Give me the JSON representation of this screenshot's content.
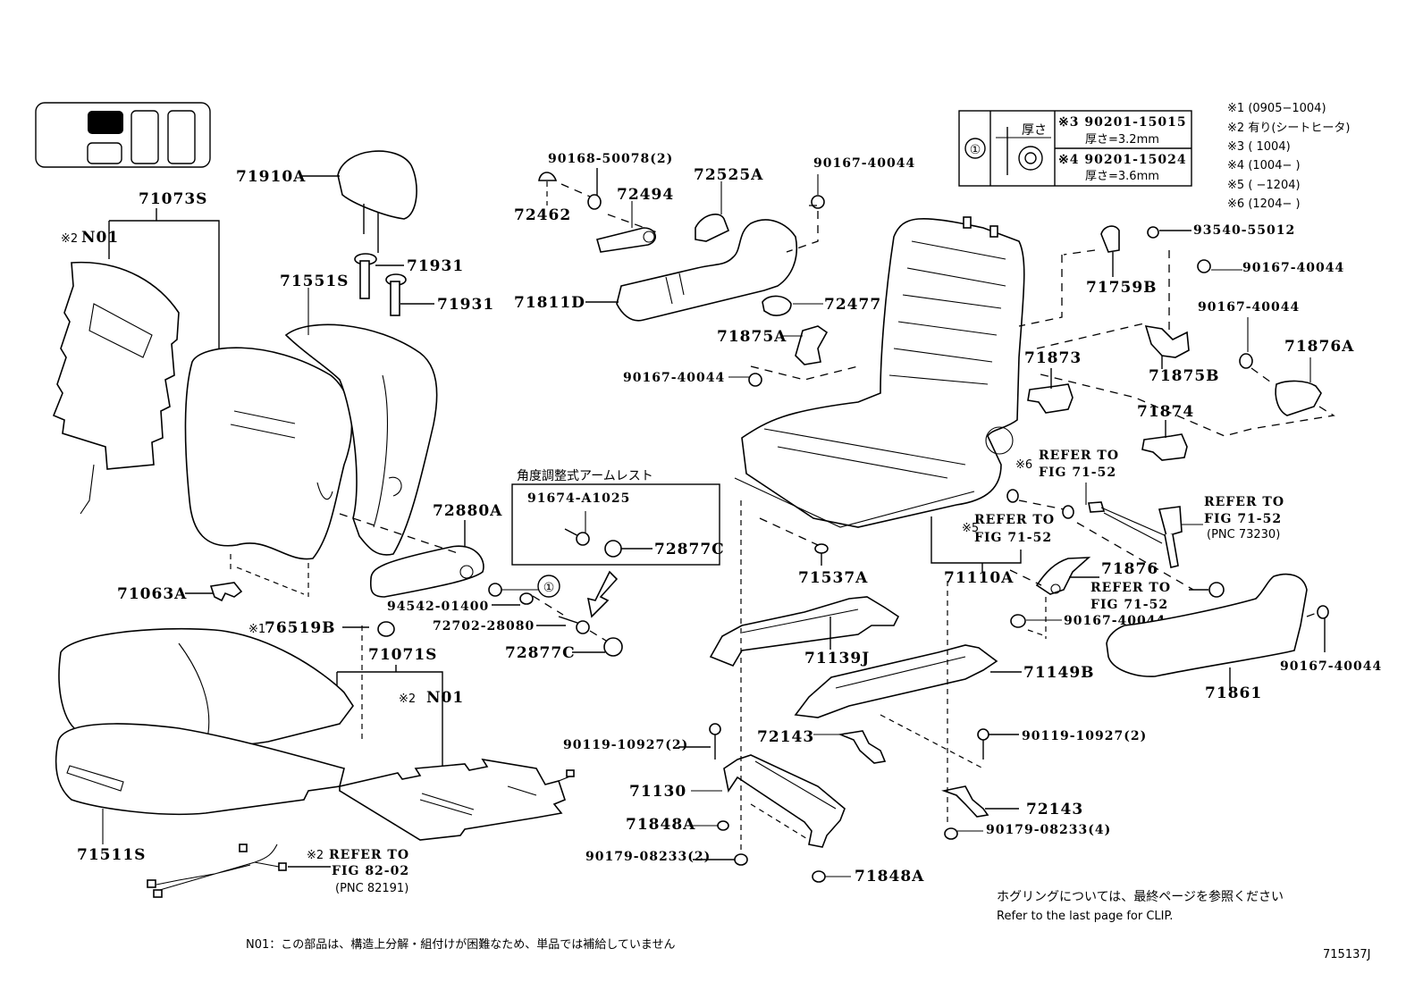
{
  "figure": {
    "code": "715137J",
    "footnote_n01": "N01：この部品は、構造上分解・組付けが困難なため、単品では補給していません",
    "clip_note_jp": "ホグリングについては、最終ページを参照ください",
    "clip_note_en": "Refer to the last page for CLIP."
  },
  "legend": {
    "items": [
      {
        "mark": "※1",
        "text": "(0905−1004)"
      },
      {
        "mark": "※2",
        "text": "有り(シートヒータ)"
      },
      {
        "mark": "※3",
        "text": "(        1004)"
      },
      {
        "mark": "※4",
        "text": "(1004−      )"
      },
      {
        "mark": "※5",
        "text": "(      −1204)"
      },
      {
        "mark": "※6",
        "text": "(1204−      )"
      }
    ]
  },
  "washer_table": {
    "ref": "①",
    "thickness_label": "厚さ",
    "rows": [
      {
        "mark": "※3",
        "part": "90201-15015",
        "spec": "厚さ=3.2mm"
      },
      {
        "mark": "※4",
        "part": "90201-15024",
        "spec": "厚さ=3.6mm"
      }
    ]
  },
  "inset": {
    "title": "角度調整式アームレスト",
    "parts": [
      "91674-A1025",
      "72877C"
    ]
  },
  "labels": {
    "p71910A": "71910A",
    "p71073S": "71073S",
    "n01_top": "N01",
    "mark2_top": "※2",
    "p71931a": "71931",
    "p71931b": "71931",
    "p71551S": "71551S",
    "p90168": "90168-50078(2)",
    "p72462": "72462",
    "p72494": "72494",
    "p72525A": "72525A",
    "p90167_top": "90167-40044",
    "p71811D": "71811D",
    "p72477": "72477",
    "p71875A": "71875A",
    "p90167_mid": "90167-40044",
    "p93540": "93540-55012",
    "p90167_r1": "90167-40044",
    "p71759B": "71759B",
    "p90167_r2": "90167-40044",
    "p71873": "71873",
    "p71875B": "71875B",
    "p71876A": "71876A",
    "p71874": "71874",
    "mark6": "※6",
    "refer6_1": "REFER TO",
    "refer6_2": "FIG 71-52",
    "p72880A": "72880A",
    "p71063A": "71063A",
    "p94542": "94542-01400",
    "ref_circle": "①",
    "p72702": "72702-28080",
    "p72877C": "72877C",
    "mark1": "※1",
    "p76519B": "76519B",
    "p71071S": "71071S",
    "mark2_mid": "※2",
    "n01_mid": "N01",
    "p71537A": "71537A",
    "mark5": "※5",
    "refer5_1": "REFER TO",
    "refer5_2": "FIG 71-52",
    "p71110A": "71110A",
    "belt_1": "REFER TO",
    "belt_2": "FIG 71-52",
    "belt_3": "(PNC 73230)",
    "p71876": "71876",
    "refer_n_1": "REFER TO",
    "refer_n_2": "FIG 71-52",
    "p90167_low": "90167-40044",
    "p90167_rr": "90167-40044",
    "p71861": "71861",
    "p71139J": "71139J",
    "p71149B": "71149B",
    "p72143a": "72143",
    "p90119a": "90119-10927(2)",
    "p90119b": "90119-10927(2)",
    "p71130": "71130",
    "p71848A_a": "71848A",
    "p90179a": "90179-08233(2)",
    "p71848A_b": "71848A",
    "p72143b": "72143",
    "p90179b": "90179-08233(4)",
    "p71511S": "71511S",
    "mark2_low": "※2",
    "harness_1": "REFER TO",
    "harness_2": "FIG 82-02",
    "harness_3": "(PNC 82191)"
  }
}
